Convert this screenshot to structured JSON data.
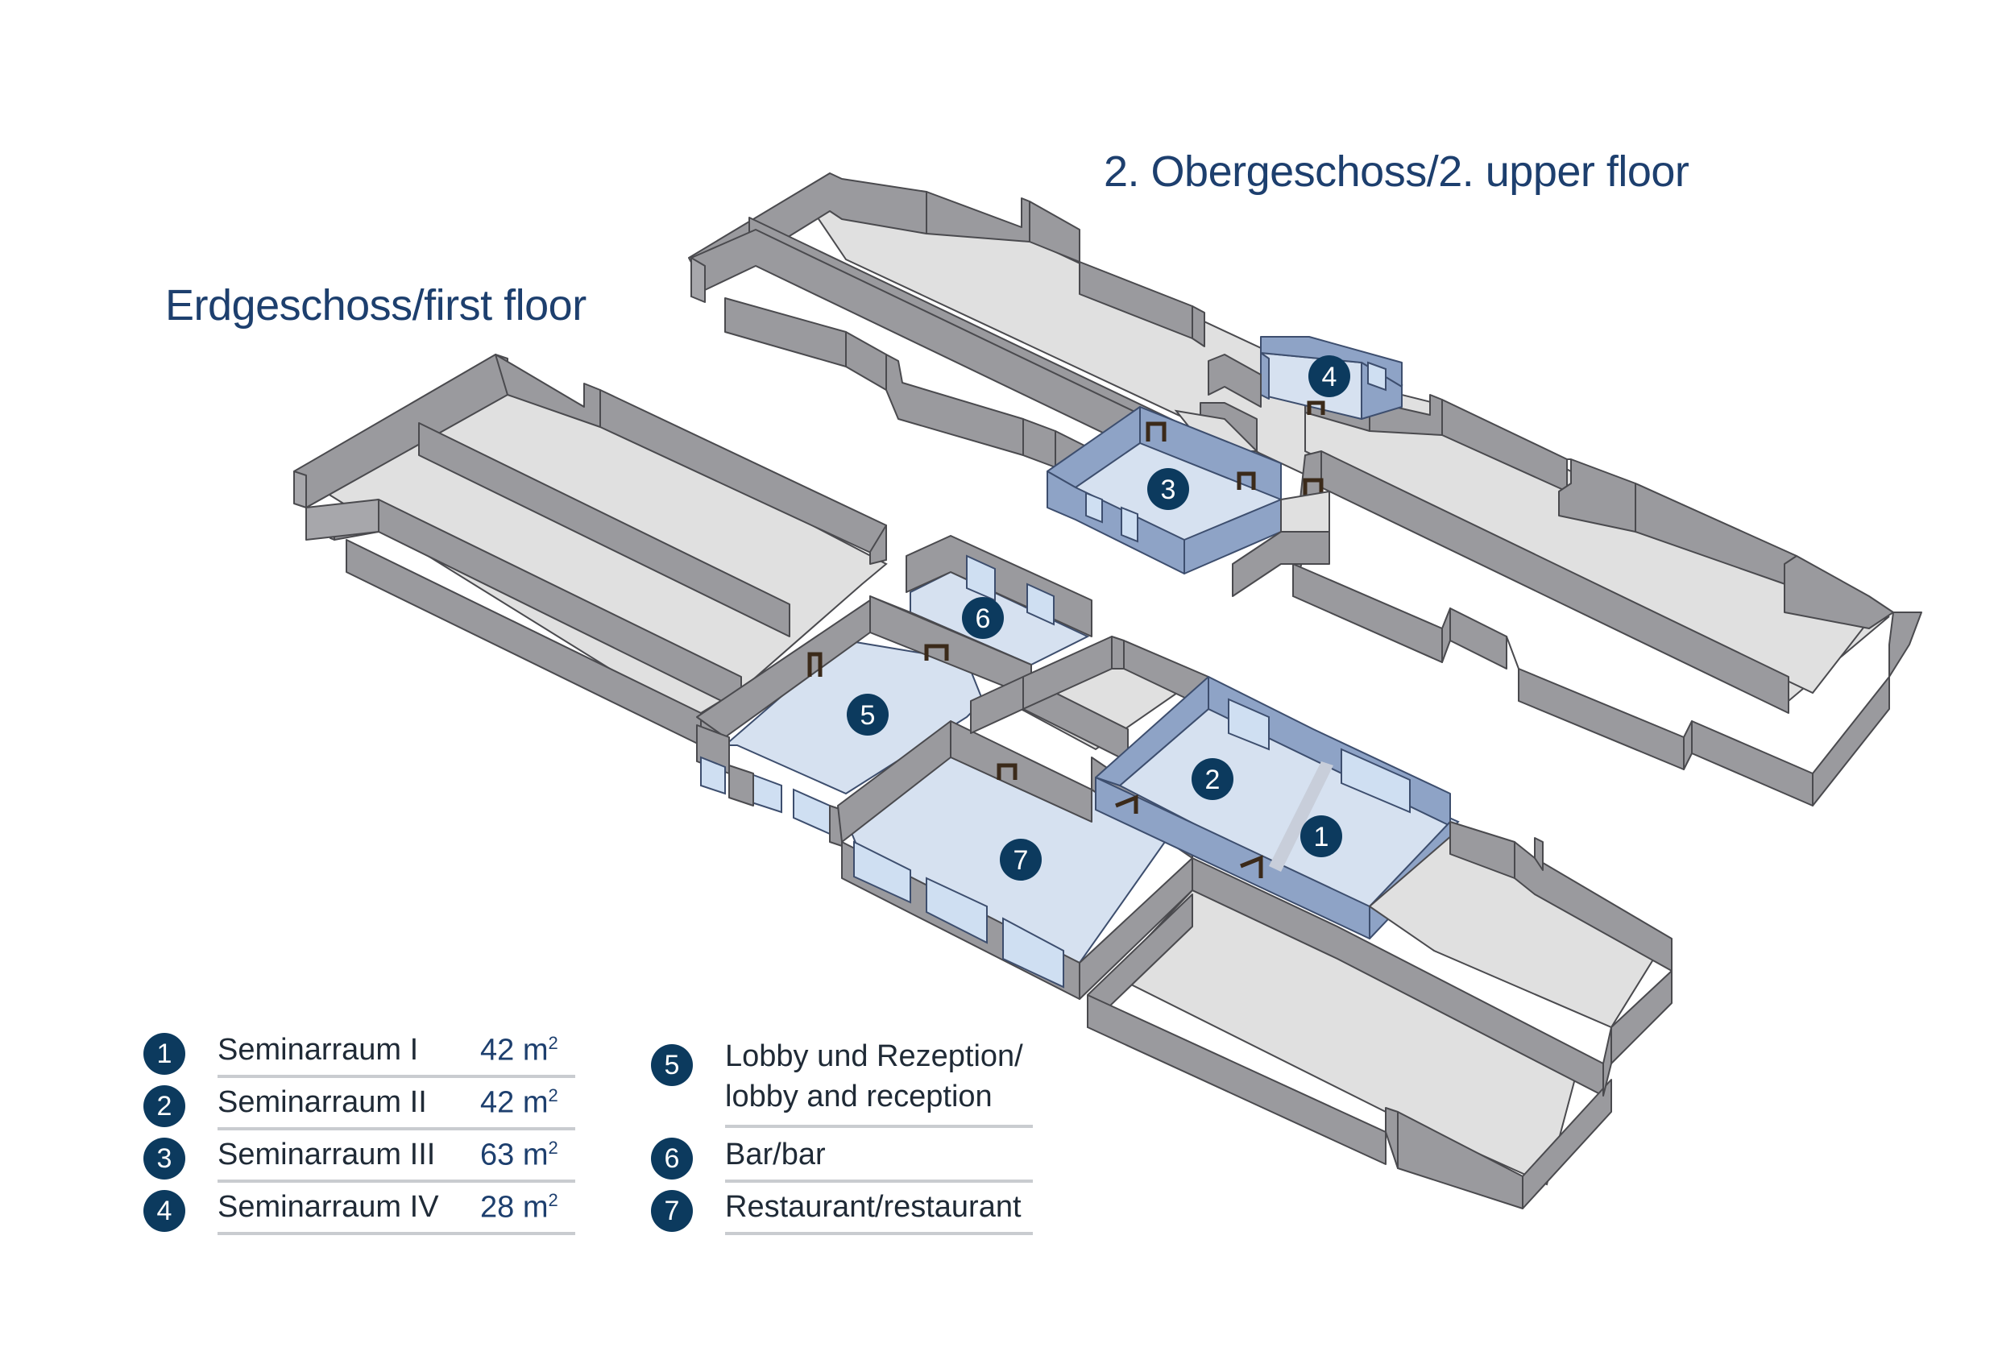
{
  "titles": {
    "upper": "2. Obergeschoss/2. upper floor",
    "ground": "Erdgeschoss/first floor"
  },
  "rooms": [
    {
      "num": "1",
      "name": "Seminarraum I",
      "area": "42 m",
      "unit_sup": "2"
    },
    {
      "num": "2",
      "name": "Seminarraum II",
      "area": "42 m",
      "unit_sup": "2"
    },
    {
      "num": "3",
      "name": "Seminarraum III",
      "area": "63 m",
      "unit_sup": "2"
    },
    {
      "num": "4",
      "name": "Seminarraum IV",
      "area": "28 m",
      "unit_sup": "2"
    }
  ],
  "facilities": [
    {
      "num": "5",
      "line1": "Lobby und Rezeption/",
      "line2": "lobby and reception"
    },
    {
      "num": "6",
      "line1": "Bar/bar",
      "line2": ""
    },
    {
      "num": "7",
      "line1": "Restaurant/restaurant",
      "line2": ""
    }
  ],
  "colors": {
    "badge": "#0c3a5e",
    "wall": "#9a9a9e",
    "wall_dark": "#7d7d82",
    "floor": "#dcdcdc",
    "room_floor": "#d6e0ef",
    "room_wall": "#8da3c6",
    "title": "#1d3f6e"
  }
}
